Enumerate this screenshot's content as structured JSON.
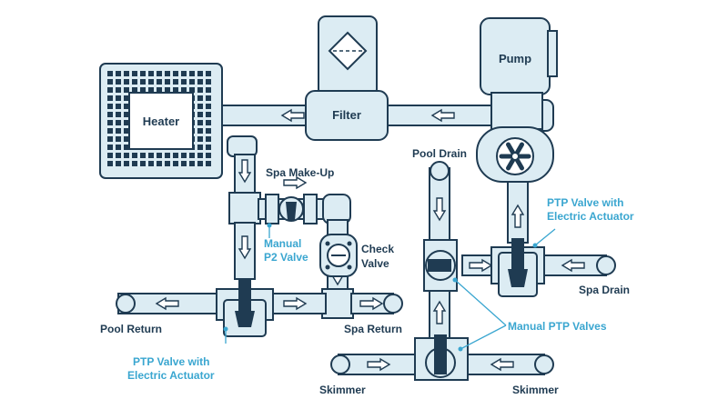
{
  "diagram": {
    "colors": {
      "stroke": "#1f3b52",
      "fill": "#dcecf3",
      "accent": "#3aa6d0",
      "background": "#ffffff"
    },
    "equipment": {
      "heater": "Heater",
      "filter": "Filter",
      "pump": "Pump"
    },
    "labels": {
      "spa_make_up": "Spa Make-Up",
      "manual_p2_valve": [
        "Manual",
        "P2 Valve"
      ],
      "check_valve": [
        "Check",
        "Valve"
      ],
      "pool_drain": "Pool Drain",
      "ptp_actuator_right": [
        "PTP Valve with",
        "Electric Actuator"
      ],
      "ptp_actuator_left": [
        "PTP Valve with",
        "Electric Actuator"
      ],
      "spa_drain": "Spa Drain",
      "pool_return": "Pool Return",
      "spa_return": "Spa Return",
      "manual_ptp_valves": "Manual PTP Valves",
      "skimmer_left": "Skimmer",
      "skimmer_right": "Skimmer"
    }
  }
}
